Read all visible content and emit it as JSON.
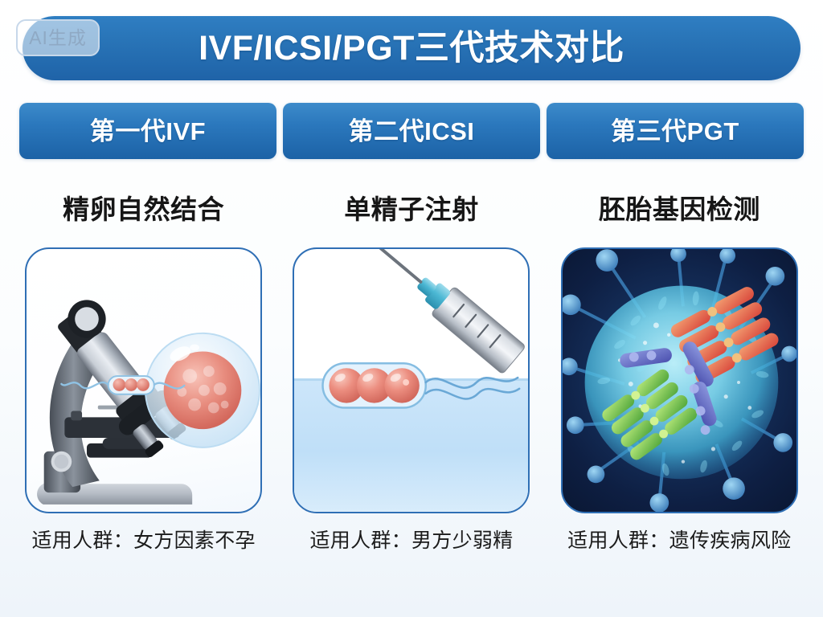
{
  "watermark": {
    "label": "AI生成",
    "name": "ai-generated-badge"
  },
  "header": {
    "title": "IVF/ICSI/PGT三代技术对比",
    "bg_color": "#2873b6",
    "text_color": "#ffffff"
  },
  "tabs": [
    {
      "label": "第一代IVF"
    },
    {
      "label": "第二代ICSI"
    },
    {
      "label": "第三代PGT"
    }
  ],
  "columns": [
    {
      "heading": "精卵自然结合",
      "illustration": "microscope-sperm-egg-illustration",
      "caption": "适用人群：女方因素不孕"
    },
    {
      "heading": "单精子注射",
      "illustration": "syringe-injection-dish-illustration",
      "caption": "适用人群：男方少弱精"
    },
    {
      "heading": "胚胎基因检测",
      "illustration": "cell-chromosome-network-illustration",
      "caption": "适用人群：遗传疾病风险"
    }
  ],
  "colors": {
    "banner_blue_light": "#2f7ec2",
    "banner_blue_dark": "#1f63a8",
    "tab_blue_light": "#3d8bca",
    "tab_blue_dark": "#1c62a6",
    "card_border": "#2f6fb5",
    "page_background": "#ffffff",
    "heading_text": "#161616",
    "caption_text": "#1b1b1b",
    "pgt_dark_navy": "#0e1f43",
    "cell_cyan": "#6fd3e8",
    "chromosome_red": "#e0503c",
    "chromosome_green": "#7ec64a",
    "chromosome_blue": "#5b63c4",
    "egg_pink": "#e8897f"
  }
}
